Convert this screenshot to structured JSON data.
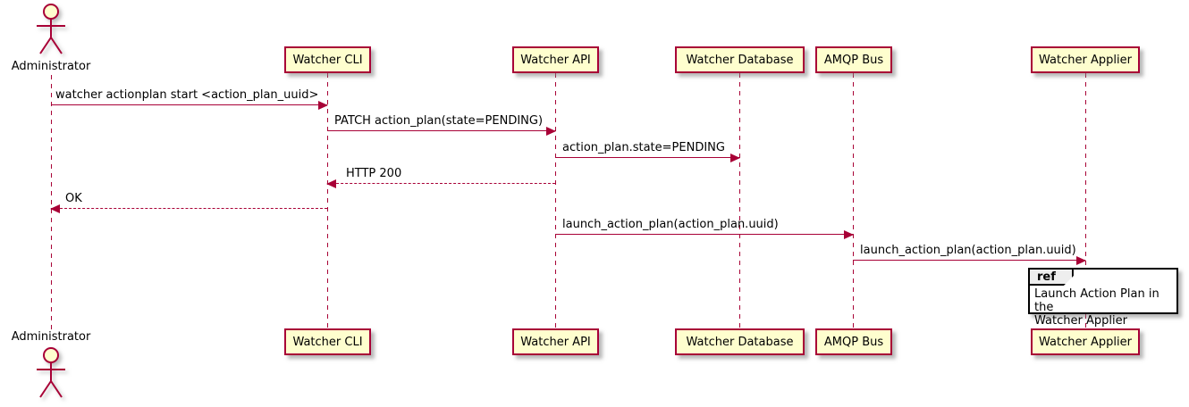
{
  "diagram_type": "uml-sequence",
  "actor": {
    "label": "Administrator"
  },
  "participants": [
    {
      "label": "Watcher CLI"
    },
    {
      "label": "Watcher API"
    },
    {
      "label": "Watcher Database"
    },
    {
      "label": "AMQP Bus"
    },
    {
      "label": "Watcher Applier"
    }
  ],
  "messages": [
    {
      "label": "watcher actionplan start <action_plan_uuid>",
      "from": "Administrator",
      "to": "Watcher CLI",
      "line_style": "solid",
      "direction": "right"
    },
    {
      "label": "PATCH action_plan(state=PENDING)",
      "from": "Watcher CLI",
      "to": "Watcher API",
      "line_style": "solid",
      "direction": "right"
    },
    {
      "label": "action_plan.state=PENDING",
      "from": "Watcher API",
      "to": "Watcher Database",
      "line_style": "solid",
      "direction": "right"
    },
    {
      "label": "HTTP 200",
      "from": "Watcher API",
      "to": "Watcher CLI",
      "line_style": "dashed",
      "direction": "left"
    },
    {
      "label": "OK",
      "from": "Watcher CLI",
      "to": "Administrator",
      "line_style": "dashed",
      "direction": "left"
    },
    {
      "label": "launch_action_plan(action_plan.uuid)",
      "from": "Watcher API",
      "to": "AMQP Bus",
      "line_style": "solid",
      "direction": "right"
    },
    {
      "label": "launch_action_plan(action_plan.uuid)",
      "from": "AMQP Bus",
      "to": "Watcher Applier",
      "line_style": "solid",
      "direction": "right"
    }
  ],
  "ref_fragment": {
    "keyword": "ref",
    "lines": [
      "Launch Action Plan in the",
      "Watcher Applier"
    ]
  },
  "colors": {
    "participant_fill": "#FEFECE",
    "stroke": "#A80036",
    "ref_header_fill": "#EEEEEE",
    "ref_border": "#000000",
    "background": "#FFFFFF"
  }
}
